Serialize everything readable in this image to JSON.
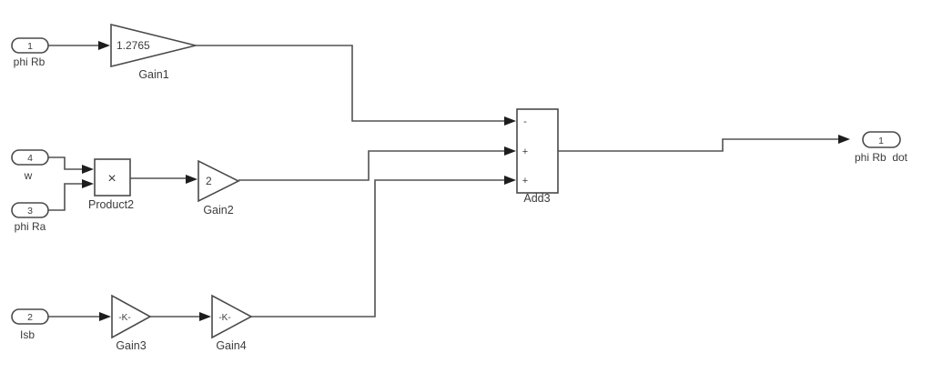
{
  "colors": {
    "background": "#ffffff",
    "wire": "#525252",
    "block_border": "#4a4a4a",
    "arrowhead": "#1d1d1d",
    "text": "#3b3b3b"
  },
  "inports": [
    {
      "number": "1",
      "label": "phi Rb"
    },
    {
      "number": "4",
      "label": "w"
    },
    {
      "number": "3",
      "label": "phi Ra"
    },
    {
      "number": "2",
      "label": "Isb"
    }
  ],
  "blocks": {
    "gain1": {
      "value": "1.2765",
      "label": "Gain1"
    },
    "product2": {
      "symbol": "×",
      "label": "Product2"
    },
    "gain2": {
      "value": "2",
      "label": "Gain2"
    },
    "gain3": {
      "value": "-K-",
      "label": "Gain3"
    },
    "gain4": {
      "value": "-K-",
      "label": "Gain4"
    },
    "add3": {
      "label": "Add3",
      "signs": [
        "-",
        "+",
        "+"
      ]
    }
  },
  "outport": {
    "number": "1",
    "label": "phi Rb  dot"
  }
}
